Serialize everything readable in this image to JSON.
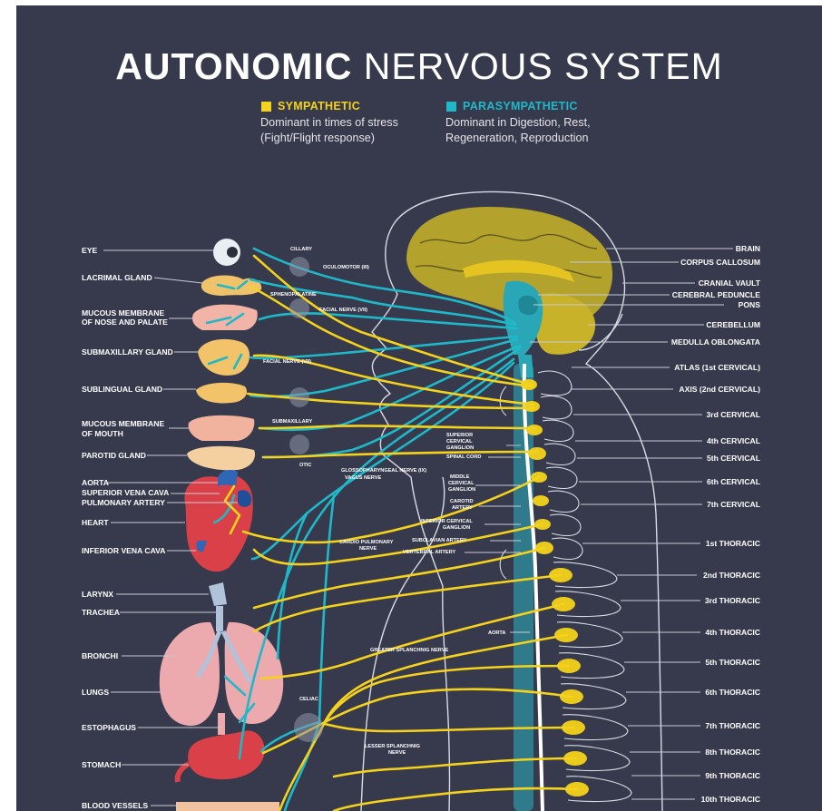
{
  "title": {
    "bold": "AUTONOMIC",
    "light": "NERVOUS SYSTEM"
  },
  "legend": {
    "sympathetic": {
      "label": "SYMPATHETIC",
      "desc1": "Dominant in times of stress",
      "desc2": "(Fight/Flight response)",
      "color": "#f5d21c"
    },
    "parasympathetic": {
      "label": "PARASYMPATHETIC",
      "desc1": "Dominant in Digestion, Rest,",
      "desc2": "Regeneration, Reproduction",
      "color": "#1fb8c9"
    }
  },
  "organs": [
    "EYE",
    "LACRIMAL GLAND",
    "MUCOUS MEMBRANE",
    "OF NOSE AND PALATE",
    "SUBMAXILLARY GLAND",
    "SUBLINGUAL GLAND",
    "MUCOUS MEMBRANE",
    "OF MOUTH",
    "PAROTID GLAND",
    "AORTA",
    "SUPERIOR VENA CAVA",
    "PULMONARY ARTERY",
    "HEART",
    "INFERIOR VENA CAVA",
    "LARYNX",
    "TRACHEA",
    "BRONCHI",
    "LUNGS",
    "ESTOPHAGUS",
    "STOMACH",
    "BLOOD VESSELS"
  ],
  "spine": [
    "BRAIN",
    "CORPUS CALLOSUM",
    "CRANIAL VAULT",
    "CEREBRAL PEDUNCLE",
    "PONS",
    "CEREBELLUM",
    "MEDULLA OBLONGATA",
    "ATLAS (1st CERVICAL)",
    "AXIS (2nd CERVICAL)",
    "3rd CERVICAL",
    "4th CERVICAL",
    "5th CERVICAL",
    "6th CERVICAL",
    "7th CERVICAL",
    "1st THORACIC",
    "2nd THORACIC",
    "3rd THORACIC",
    "4th THORACIC",
    "5th THORACIC",
    "6th THORACIC",
    "7th THORACIC",
    "8th THORACIC",
    "9th THORACIC",
    "10th THORACIC"
  ],
  "nerves": [
    "CILLARY",
    "OCULOMOTOR (III)",
    "SPHENOPALATINE",
    "FACIAL NERVE (VII)",
    "FACIAL NERVE (VII)",
    "SUBMAXILLARY",
    "OTIC",
    "GLOSSOPHARYNGEAL NERVE (IX)",
    "VAGUS NERVE",
    "SUPERIOR",
    "CERVICAL",
    "GANGLION",
    "SPINAL CORD",
    "MIDDLE",
    "CERVICAL",
    "GANGLION",
    "CAROTID",
    "ARTERY",
    "INFERIOR CERVICAL",
    "GANGLION",
    "SUBCLAVIAN ARTERY",
    "VERTEBRAL ARTERY",
    "CARDIO PULMONARY",
    "NERVE",
    "AORTA",
    "GREATER SPLANCHNIG NERVE",
    "CELIAC",
    "LESSER SPLANCHNIG",
    "NERVE"
  ]
}
